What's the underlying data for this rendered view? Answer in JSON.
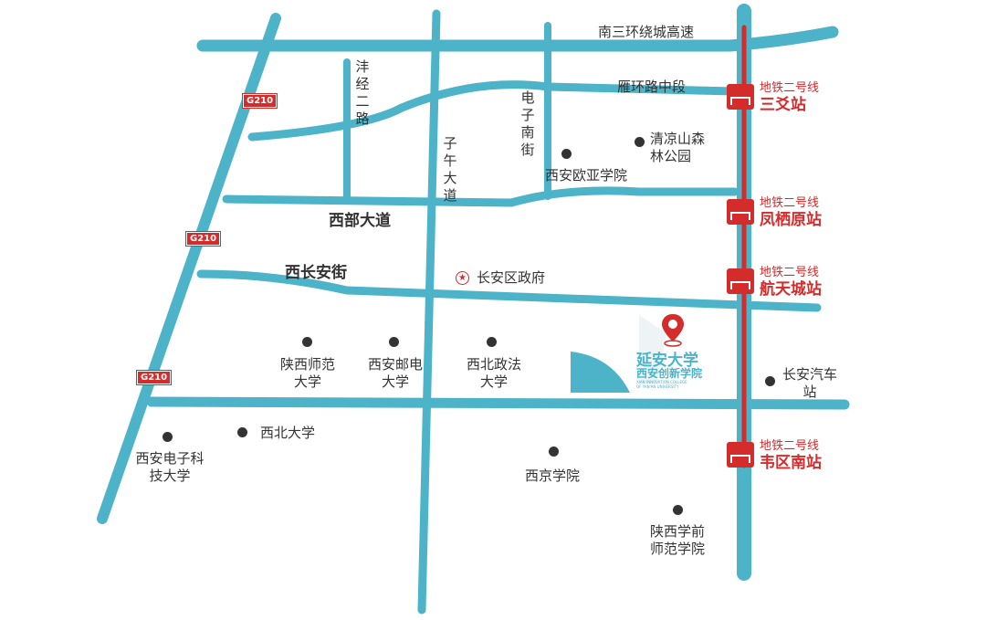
{
  "colors": {
    "road": "#4db3c8",
    "metro": "#d42b2b",
    "text": "#333333"
  },
  "roads": {
    "ring3": "南三环绕城高速",
    "yanhuan": "雁环路中段",
    "fengjing": "沣经二路",
    "ziwu": "子午大道",
    "dianzi": "电子南街",
    "xibu": "西部大道",
    "xichangan": "西长安街"
  },
  "highway": "G210",
  "metro": {
    "line": "地铁二号线",
    "stations": [
      "三爻站",
      "凤栖原站",
      "航天城站",
      "韦区南站"
    ]
  },
  "pois": {
    "qingliangshan": "清凉山森林公园",
    "ouya": "西安欧亚学院",
    "gov": "长安区政府",
    "shaanxi_normal": "陕西师范大学",
    "post": "西安邮电大学",
    "law": "西北政法大学",
    "bus": "长安汽车站",
    "xidian": "西安电子科技大学",
    "nwu": "西北大学",
    "xijing": "西京学院",
    "xueqian": "陕西学前师范学院"
  },
  "logo": {
    "name": "延安大学",
    "sub": "西安创新学院",
    "en": "XIAN INNOVATION COLLEGE OF YAN'AN UNIVERSITY",
    "icon": "location-pin-icon"
  }
}
